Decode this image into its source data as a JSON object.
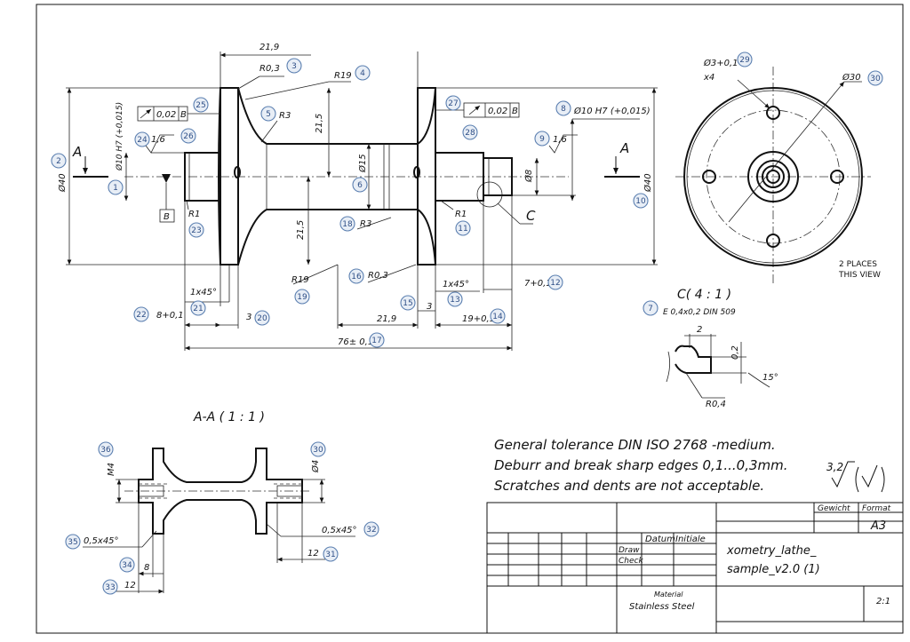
{
  "views": {
    "section_a_title": "A-A ( 1 : 1 )",
    "detail_c_title": "C( 4 : 1 )",
    "detail_c_note": "E 0,4x0,2 DIN 509",
    "places_note_1": "2 PLACES",
    "places_note_2": "THIS VIEW",
    "section_mark": "A",
    "detail_mark": "C",
    "x4": "x4",
    "datum_b": "B"
  },
  "dimensions": {
    "d_21_9_top": "21,9",
    "r0_3_top": "R0,3",
    "r19_top": "R19",
    "r3_top": "R3",
    "d_21_5_top": "21,5",
    "d15": "Ø15",
    "d8": "Ø8",
    "d40_left": "Ø40",
    "d40_right": "Ø40",
    "h7_left": "Ø10 H7 (+0,015)",
    "h7_right": "Ø10 H7 (+0,015)",
    "flat_left": "0,02",
    "flat_right": "0,02",
    "rough_left": "1,6",
    "rough_right": "1,6",
    "r1_left": "R1",
    "r1_right": "R1",
    "r3_bottom": "R3",
    "d_21_5_bottom": "21,5",
    "r19_bottom": "R19",
    "r0_3_bottom": "R0,3",
    "cham_left": "1x45°",
    "cham_right": "1x45°",
    "d8_len": "8+0,1",
    "d3_left": "3",
    "d3_right": "3",
    "d21_9_bottom": "21,9",
    "d19": "19+0,1",
    "d7": "7+0,1",
    "d76": "76± 0,1",
    "d30_pcd": "Ø30",
    "d3_holes": "Ø3+0,1",
    "det_2": "2",
    "det_0_2": "0,2",
    "det_15": "15°",
    "det_r0_4": "R0,4",
    "sec_m4": "M4",
    "sec_d4": "Ø4",
    "sec_cham_left": "0,5x45°",
    "sec_cham_right": "0,5x45°",
    "sec_8": "8",
    "sec_12_left": "12",
    "sec_12_right": "12"
  },
  "balloons": [
    "1",
    "2",
    "3",
    "4",
    "5",
    "6",
    "7",
    "8",
    "9",
    "10",
    "11",
    "12",
    "13",
    "14",
    "15",
    "16",
    "17",
    "18",
    "19",
    "20",
    "21",
    "22",
    "23",
    "24",
    "25",
    "26",
    "27",
    "28",
    "29",
    "30",
    "31",
    "32",
    "33",
    "34",
    "35",
    "36",
    "30"
  ],
  "notes": {
    "line1": "General tolerance DIN ISO 2768 -medium.",
    "line2": "Deburr and break sharp edges 0,1...0,3mm.",
    "line3": "Scratches and dents are not acceptable.",
    "roughness": "3,2"
  },
  "title_block": {
    "gewicht": "Gewicht",
    "format_label": "Format",
    "format": "A3",
    "datum": "Datum",
    "initiale": "Initiale",
    "draw": "Draw",
    "check": "Check",
    "name_1": "xometry_lathe_",
    "name_2": "sample_v2.0 (1)",
    "material_label": "Material",
    "material": "Stainless Steel",
    "scale": "2:1"
  }
}
